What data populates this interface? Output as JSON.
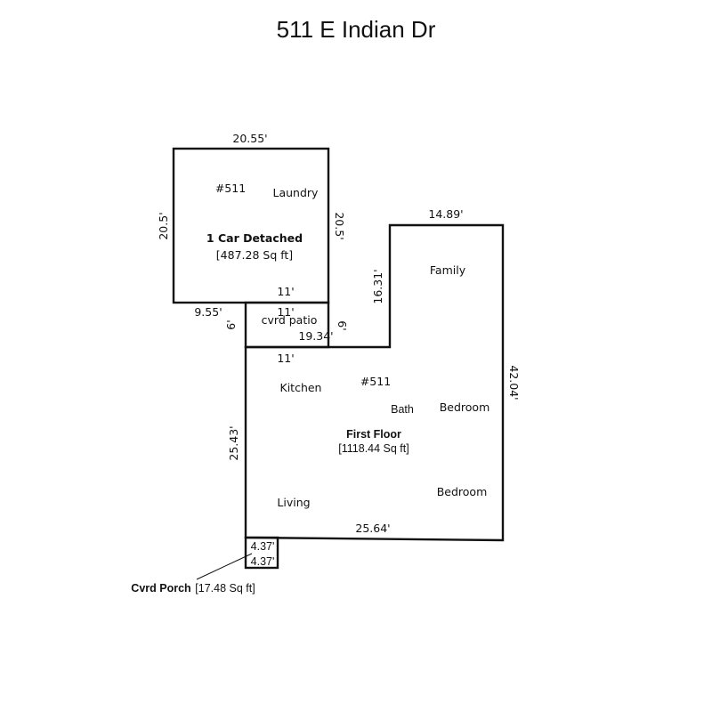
{
  "title": "511 E Indian Dr",
  "garage": {
    "top_dim": "20.55'",
    "left_dim": "20.5'",
    "right_dim": "20.5'",
    "unit_number": "#511",
    "laundry": "Laundry",
    "name": "1 Car Detached",
    "area": "[487.28 Sq ft]",
    "bottom_dim": "11'"
  },
  "patio": {
    "label": "cvrd patio",
    "top_dim": "11'",
    "left_offset_dim": "9.55'",
    "left_dim": "6'",
    "right_dim": "6'",
    "bottom_dim": "11'"
  },
  "family": {
    "label": "Family",
    "top_dim": "14.89'",
    "left_dim": "16.31'",
    "bottom_dim": "19.34'"
  },
  "first_floor": {
    "unit_number": "#511",
    "kitchen": "Kitchen",
    "bath": "Bath",
    "bedroom_1": "Bedroom",
    "bedroom_2": "Bedroom",
    "living": "Living",
    "name": "First Floor",
    "area": "[1118.44 Sq ft]",
    "left_dim": "25.43'",
    "right_dim": "42.04'",
    "bottom_dim": "25.64'"
  },
  "porch": {
    "dim_top": "4.37'",
    "dim_bottom": "4.37'",
    "label": "Cvrd Porch",
    "area": "[17.48 Sq ft]"
  }
}
